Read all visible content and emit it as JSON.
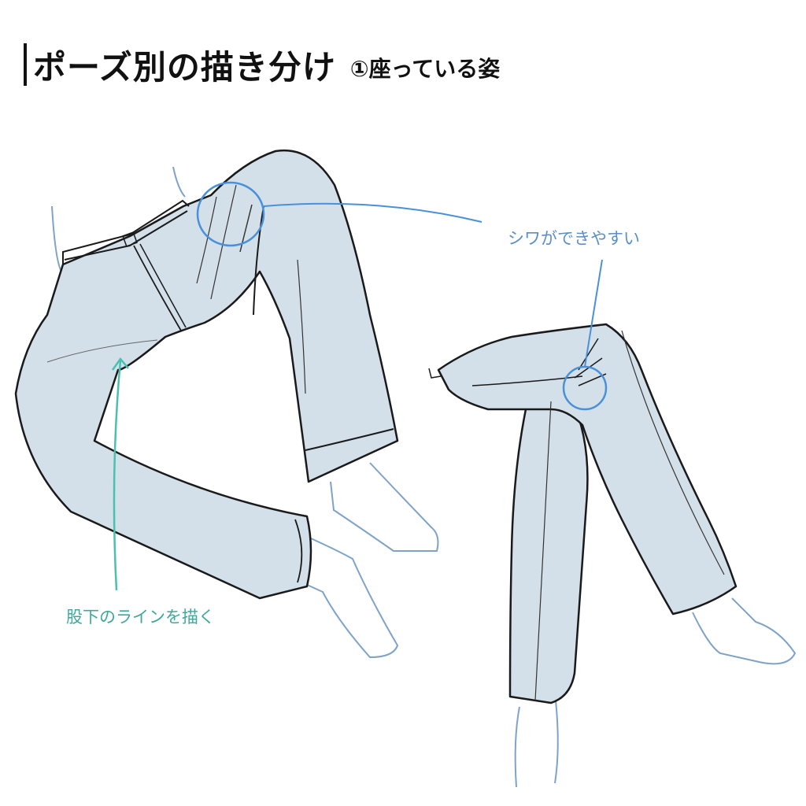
{
  "title": {
    "main": "ポーズ別の描き分け",
    "sub": "①座っている姿"
  },
  "annotations": {
    "wrinkle_note": "シワができやすい",
    "inseam_note": "股下のラインを描く"
  },
  "colors": {
    "pants_fill": "#d3e0ea",
    "outline": "#1a1a1a",
    "skin_line": "#7fa3c8",
    "wrinkle_annotation": "#4a90d9",
    "inseam_annotation": "#4cc0b0"
  },
  "figures": [
    {
      "id": "left-pants",
      "label": "seated legs viewed from front-side"
    },
    {
      "id": "right-pants",
      "label": "crossed legs viewed from side"
    }
  ]
}
